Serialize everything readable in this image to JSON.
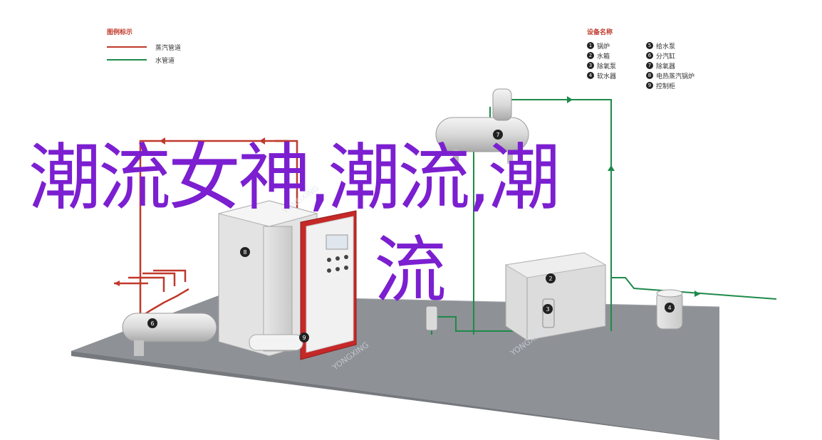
{
  "legend_left": {
    "title": "图例标示",
    "items": [
      {
        "label": "蒸汽管道",
        "color": "#c0392b"
      },
      {
        "label": "水管道",
        "color": "#1e8a4a"
      }
    ]
  },
  "legend_right": {
    "title": "设备名称",
    "col1": [
      {
        "num": "1",
        "label": "锅炉"
      },
      {
        "num": "2",
        "label": "水箱"
      },
      {
        "num": "3",
        "label": "除氧泵"
      },
      {
        "num": "4",
        "label": "软水器"
      }
    ],
    "col2": [
      {
        "num": "5",
        "label": "给水泵"
      },
      {
        "num": "6",
        "label": "分汽缸"
      },
      {
        "num": "7",
        "label": "除氧器"
      },
      {
        "num": "8",
        "label": "电热蒸汽锅炉"
      },
      {
        "num": "9",
        "label": "控制柜"
      }
    ]
  },
  "device_tags": {
    "n2": "2",
    "n3": "3",
    "n4": "4",
    "n6": "6",
    "n7": "7",
    "n8": "8",
    "n9": "9"
  },
  "watermark": "YONGXING",
  "overlay": {
    "line1": "潮流女神,潮流,潮",
    "line2": "流"
  },
  "colors": {
    "steam_pipe": "#c0392b",
    "water_pipe": "#1e8a4a",
    "platform": "#8e9196",
    "overlay_text": "#7b1fd0"
  }
}
